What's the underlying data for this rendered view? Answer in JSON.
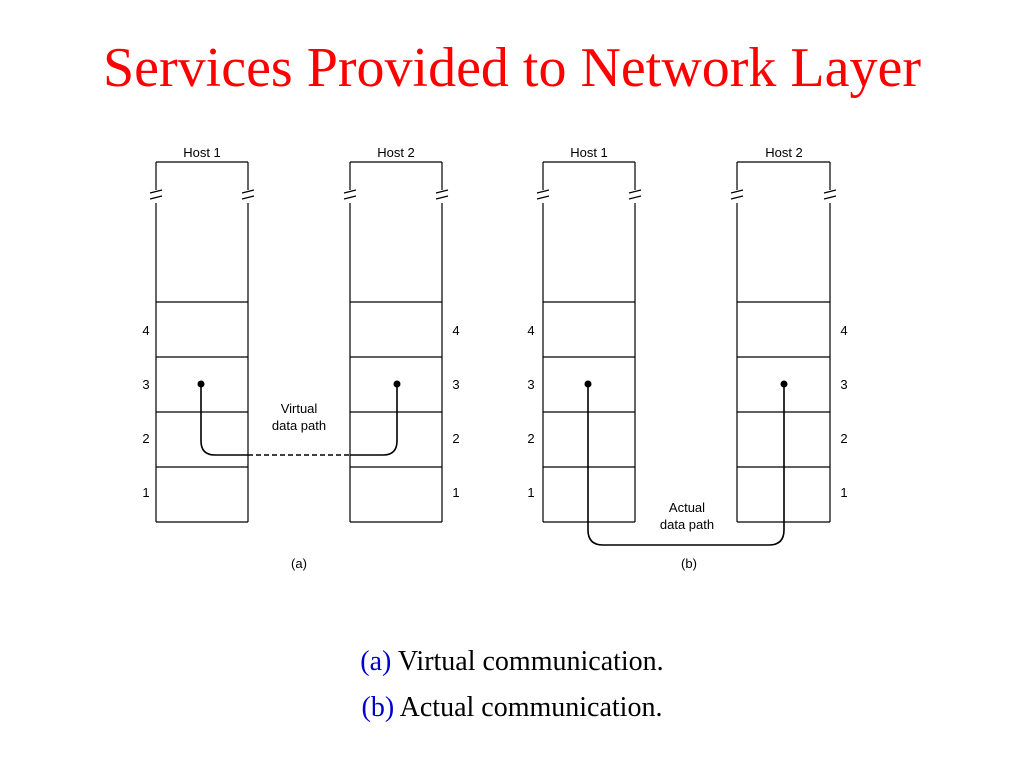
{
  "title": "Services Provided to Network Layer",
  "colors": {
    "title": "#ff0000",
    "caption_tag": "#0000cc",
    "text": "#000000",
    "line": "#000000"
  },
  "diagram": {
    "panel_a": {
      "label": "(a)",
      "host1_label": "Host 1",
      "host2_label": "Host 2",
      "layers": [
        "4",
        "3",
        "2",
        "1"
      ],
      "path_label_line1": "Virtual",
      "path_label_line2": "data path",
      "path_style": "dashed"
    },
    "panel_b": {
      "label": "(b)",
      "host1_label": "Host 1",
      "host2_label": "Host 2",
      "layers": [
        "4",
        "3",
        "2",
        "1"
      ],
      "path_label_line1": "Actual",
      "path_label_line2": "data path",
      "path_style": "solid"
    }
  },
  "captions": [
    {
      "tag": "(a)",
      "text": " Virtual communication."
    },
    {
      "tag": "(b)",
      "text": " Actual communication."
    }
  ]
}
